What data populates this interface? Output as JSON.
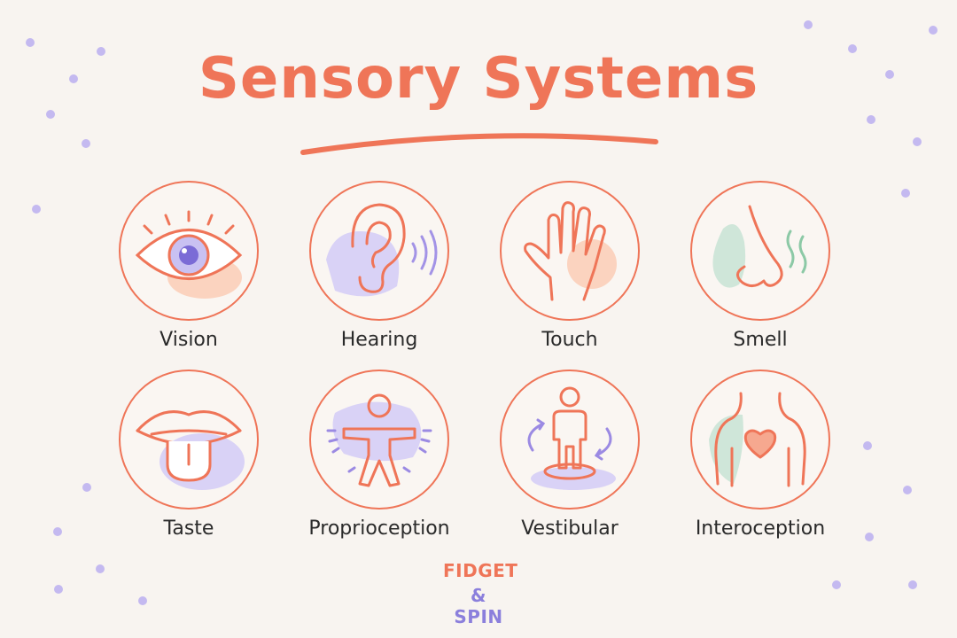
{
  "title": "Sensory Systems",
  "colors": {
    "accent": "#ef7558",
    "lavender": "#c9c1f2",
    "peach": "#fbd3bf",
    "mint": "#cfe6d9",
    "background": "#f8f4f0",
    "text": "#2a2a2a"
  },
  "senses": [
    {
      "label": "Vision",
      "icon": "eye-icon"
    },
    {
      "label": "Hearing",
      "icon": "ear-icon"
    },
    {
      "label": "Touch",
      "icon": "hand-icon"
    },
    {
      "label": "Smell",
      "icon": "nose-icon"
    },
    {
      "label": "Taste",
      "icon": "tongue-icon"
    },
    {
      "label": "Proprioception",
      "icon": "body-stretch-icon"
    },
    {
      "label": "Vestibular",
      "icon": "balance-icon"
    },
    {
      "label": "Interoception",
      "icon": "heart-torso-icon"
    }
  ],
  "logo": {
    "line1": "FIDGET",
    "line2": "& SPIN"
  }
}
